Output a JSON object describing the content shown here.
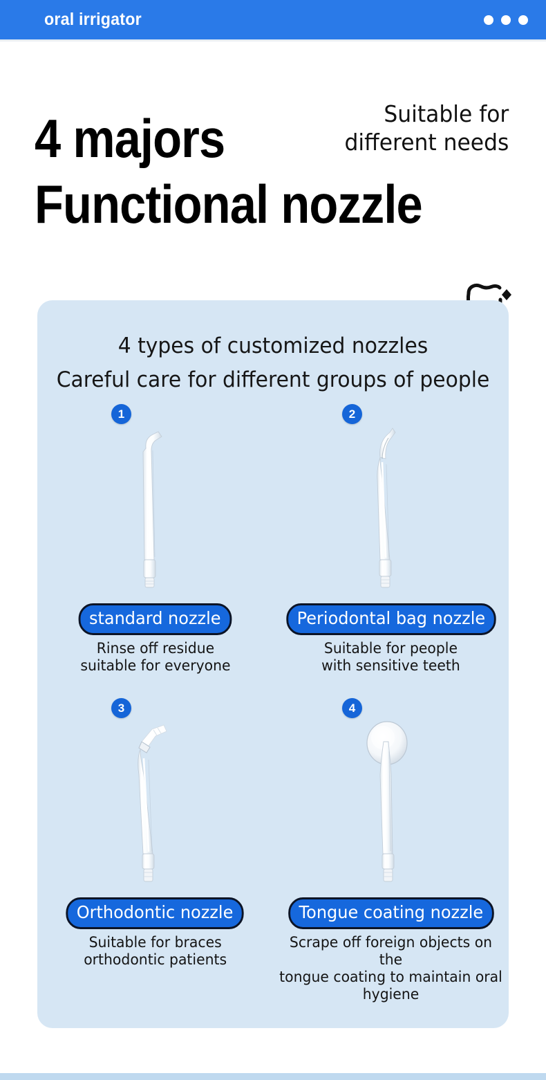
{
  "appbar": {
    "title": "oral irrigator",
    "menu_icon": "more-horizontal-icon",
    "background_color": "#2a7ae8"
  },
  "hero": {
    "line1": "4 majors",
    "line2": "Functional nozzle",
    "subtitle": "Suitable for\ndifferent needs",
    "icon": "tooth-sparkle-icon"
  },
  "panel": {
    "background_color": "#d6e6f4",
    "heading_line1": "4 types of customized nozzles",
    "heading_line2": "Careful care for different groups of people",
    "accent_color": "#1668dd",
    "badge_color": "#1565d8",
    "items": [
      {
        "number": "1",
        "name": "standard nozzle",
        "description": "Rinse off residue\nsuitable for everyone",
        "icon": "standard-nozzle-image"
      },
      {
        "number": "2",
        "name": "Periodontal bag nozzle",
        "description": "Suitable for people\nwith sensitive teeth",
        "icon": "periodontal-bag-nozzle-image"
      },
      {
        "number": "3",
        "name": "Orthodontic nozzle",
        "description": "Suitable for braces\northodontic patients",
        "icon": "orthodontic-nozzle-image"
      },
      {
        "number": "4",
        "name": "Tongue coating nozzle",
        "description": "Scrape off foreign objects on the\ntongue coating to maintain oral hygiene",
        "icon": "tongue-coating-nozzle-image"
      }
    ]
  }
}
